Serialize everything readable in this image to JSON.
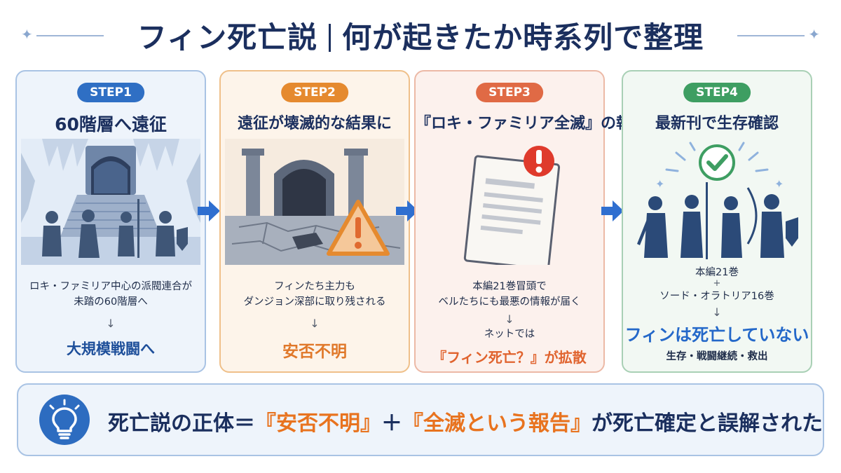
{
  "header": {
    "title_left": "フィン死亡説",
    "title_right": "何が起きたか時系列で整理"
  },
  "steps": [
    {
      "badge": "STEP1",
      "title": "60階層へ遠征",
      "lines": [
        "ロキ・ファミリア中心の派閥連合が",
        "未踏の60階層へ"
      ],
      "arrow": "↓",
      "result": "大規模戦闘へ",
      "color": "#2f6fc4"
    },
    {
      "badge": "STEP2",
      "title": "遠征が壊滅的な結果に",
      "lines": [
        "フィンたち主力も",
        "ダンジョン深部に取り残される"
      ],
      "arrow": "↓",
      "result": "安否不明",
      "color": "#e58a2f"
    },
    {
      "badge": "STEP3",
      "title": "『ロキ・ファミリア全滅』の報せ",
      "lines": [
        "本編21巻冒頭で",
        "ベルたちにも最悪の情報が届く"
      ],
      "arrow": "↓",
      "sub": "ネットでは",
      "result": "『フィン死亡？』が拡散",
      "color": "#e06a45"
    },
    {
      "badge": "STEP4",
      "title": "最新刊で生存確認",
      "lines": [
        "本編21巻",
        "+",
        "ソード・オラトリア16巻"
      ],
      "arrow": "↓",
      "result": "フィンは死亡していない",
      "sub": "生存・戦闘継続・救出",
      "color": "#3e9e62"
    }
  ],
  "banner": {
    "prefix": "死亡説の正体＝",
    "hl1": "『安否不明』",
    "plus": "＋",
    "hl2": "『全滅という報告』",
    "suffix": "が死亡確定と誤解された"
  },
  "icons": [
    "sparkle-icon",
    "arrow-right-icon",
    "warning-icon",
    "alert-icon",
    "check-icon",
    "lightbulb-icon"
  ]
}
